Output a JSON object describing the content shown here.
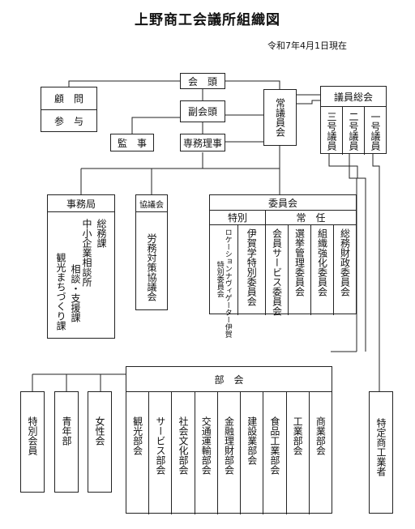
{
  "title": "上野商工会議所組織図",
  "date": "令和7年4月1日現在",
  "top": {
    "advisor": "顧　問",
    "counselor": "参　与",
    "president": "会　頭",
    "vice_president": "副会頭",
    "auditor": "監　事",
    "managing_director": "専務理事",
    "standing_members": "常議員会",
    "general_assembly": "議員総会",
    "member_class3": "三号議員",
    "member_class2": "二号議員",
    "member_class1": "一号議員"
  },
  "secretariat": {
    "title": "事務局",
    "col1": "総務課",
    "col2a": "中小企業相談所",
    "col2b": "相談・支援課",
    "col3": "観光まちづくり課"
  },
  "council": {
    "title": "協議会",
    "item": "労務対策協議会"
  },
  "committee": {
    "title": "委員会",
    "special_title": "特別",
    "standing_title": "常　任",
    "special": [
      {
        "line1": "ロケーションナヴィゲーター伊賀",
        "line2": "特別委員会"
      },
      {
        "line1": "伊賀学特別委員会",
        "line2": ""
      }
    ],
    "standing": [
      "会員サービス委員会",
      "選挙管理委員会",
      "組織強化委員会",
      "総務財政委員会"
    ]
  },
  "groups": [
    "特別会員",
    "青年部",
    "女性会"
  ],
  "divisions": {
    "title": "部　会",
    "items": [
      "観光部会",
      "サービス部会",
      "社会文化部会",
      "交通運輸部会",
      "金融理財部会",
      "建設業部会",
      "食品工業部会",
      "工業部会",
      "商業部会"
    ]
  },
  "specified": "特定商工業者"
}
